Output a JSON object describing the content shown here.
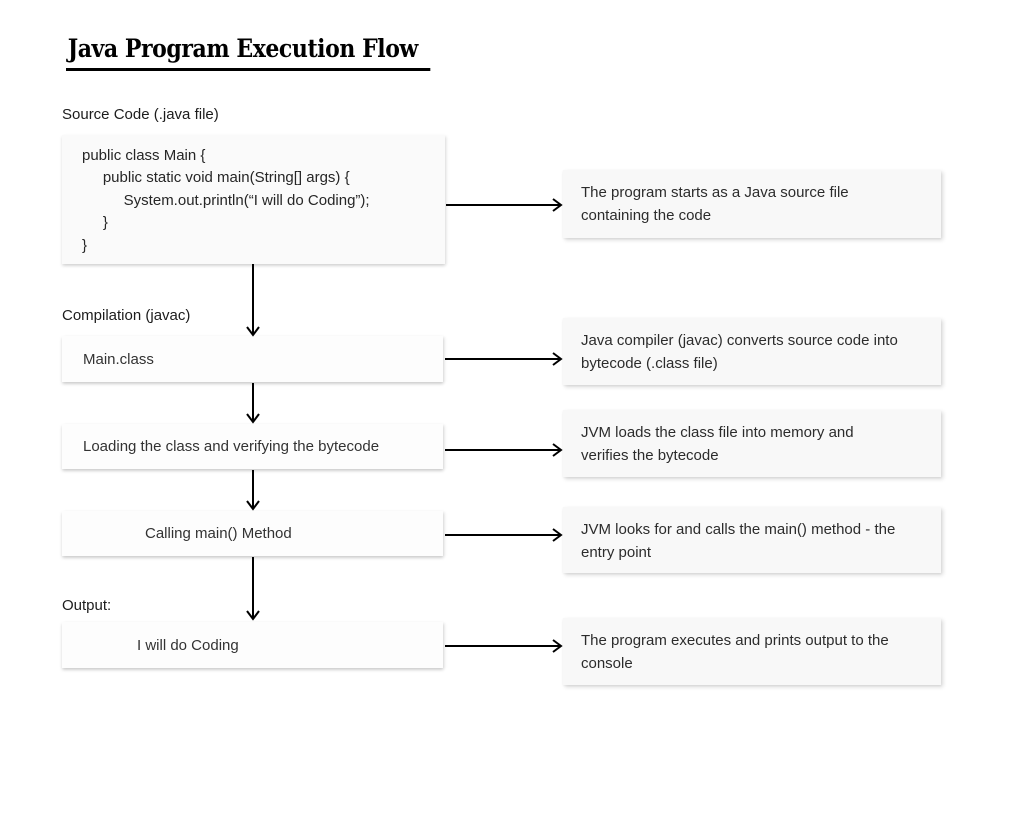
{
  "page": {
    "title": "Java Program Execution Flow"
  },
  "labels": {
    "source": "Source Code (.java file)",
    "compilation": "Compilation (javac)",
    "output": "Output:"
  },
  "code_block": {
    "lines": [
      "public class Main {",
      "     public static void main(String[] args) {",
      "          System.out.println(“I will do Coding”);",
      "     }",
      "}"
    ]
  },
  "flow_boxes": [
    {
      "text": "Main.class"
    },
    {
      "text": "Loading the class and verifying the bytecode"
    },
    {
      "text": "Calling main() Method"
    },
    {
      "text": "I will do Coding"
    }
  ],
  "explanations": [
    {
      "text": "The program starts as a Java source file containing the code"
    },
    {
      "text": "Java compiler (javac) converts source code into bytecode (.class file)"
    },
    {
      "text": "JVM loads the class file into memory and verifies the bytecode"
    },
    {
      "text": "JVM looks for and calls the main() method - the entry point"
    },
    {
      "text": "The program executes and prints output to the console"
    }
  ],
  "colors": {
    "arrow": "#000000",
    "box_background_left": "#fdfdfd",
    "box_background_source": "#fafafa",
    "box_background_right": "#f8f8f8",
    "text": "#2c2c2c",
    "title": "#000000"
  }
}
